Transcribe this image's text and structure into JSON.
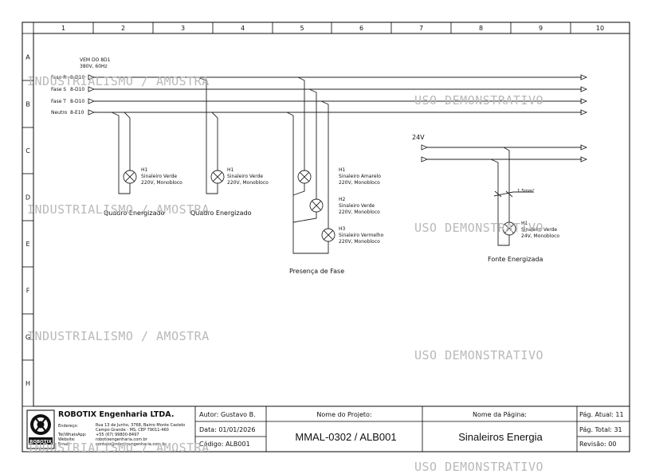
{
  "frame": {
    "columns": [
      "1",
      "2",
      "3",
      "4",
      "5",
      "6",
      "7",
      "8",
      "9",
      "10"
    ],
    "rows": [
      "A",
      "B",
      "C",
      "D",
      "E",
      "F",
      "G",
      "H"
    ]
  },
  "supply": {
    "origin_line1": "VEM DO 8D1",
    "origin_line2": "380V, 60Hz",
    "lines": [
      {
        "label": "Fase R",
        "ref": "8-D10"
      },
      {
        "label": "Fase S",
        "ref": "8-D10"
      },
      {
        "label": "Fase T",
        "ref": "8-D10"
      },
      {
        "label": "Neutro",
        "ref": "8-E10"
      }
    ]
  },
  "dc_supply": {
    "label": "24V"
  },
  "circuits": [
    {
      "caption": "Quadro Energizado",
      "lamps": [
        {
          "tag": "H1",
          "name": "Sinaleiro Verde",
          "spec": "220V, Monobloco"
        }
      ]
    },
    {
      "caption": "Quadro Energizado",
      "lamps": [
        {
          "tag": "H1",
          "name": "Sinaleiro Verde",
          "spec": "220V, Monobloco"
        }
      ]
    },
    {
      "caption": "Presença de Fase",
      "lamps": [
        {
          "tag": "H1",
          "name": "Sinaleiro Amarelo",
          "spec": "220V, Monobloco"
        },
        {
          "tag": "H2",
          "name": "Sinaleiro Verde",
          "spec": "220V, Monobloco"
        },
        {
          "tag": "H3",
          "name": "Sinaleiro Vermelho",
          "spec": "220V, Monobloco"
        }
      ]
    },
    {
      "caption": "Fonte Energizada",
      "wire": "1,5mm²",
      "lamps": [
        {
          "tag": "H1",
          "name": "Sinaleiro Verde",
          "spec": "24V, Monobloco"
        }
      ]
    }
  ],
  "watermarks": [
    "INDUSTRIALISMO / AMOSTRA",
    "USO DEMONSTRATIVO"
  ],
  "title_block": {
    "company": "ROBOTIX Engenharia LTDA.",
    "logo_text": "ROBOTIX",
    "contacts": [
      {
        "label": "Endereço:",
        "value": "Rua 13 de Junho, 3768, Bairro Monte Castelo"
      },
      {
        "label": "",
        "value": "Campo Grande - MS, CEP 79011-460"
      },
      {
        "label": "Tel/WhatsApp:",
        "value": "+55 (67) 99800-8497"
      },
      {
        "label": "Website:",
        "value": "robotixengenharia.com.br"
      },
      {
        "label": "Email:",
        "value": "contato@robotixengenharia.com.br"
      }
    ],
    "author": "Autor: Gustavo B.",
    "date": "Data: 01/01/2026",
    "code": "Código: ALB001",
    "project_label": "Nome do Projeto:",
    "project_value": "MMAL-0302 / ALB001",
    "page_label": "Nome da Página:",
    "page_value": "Sinaleiros Energia",
    "page_current": "Pág. Atual: 11",
    "page_total": "Pág. Total: 31",
    "revision": "Revisão: 00"
  }
}
